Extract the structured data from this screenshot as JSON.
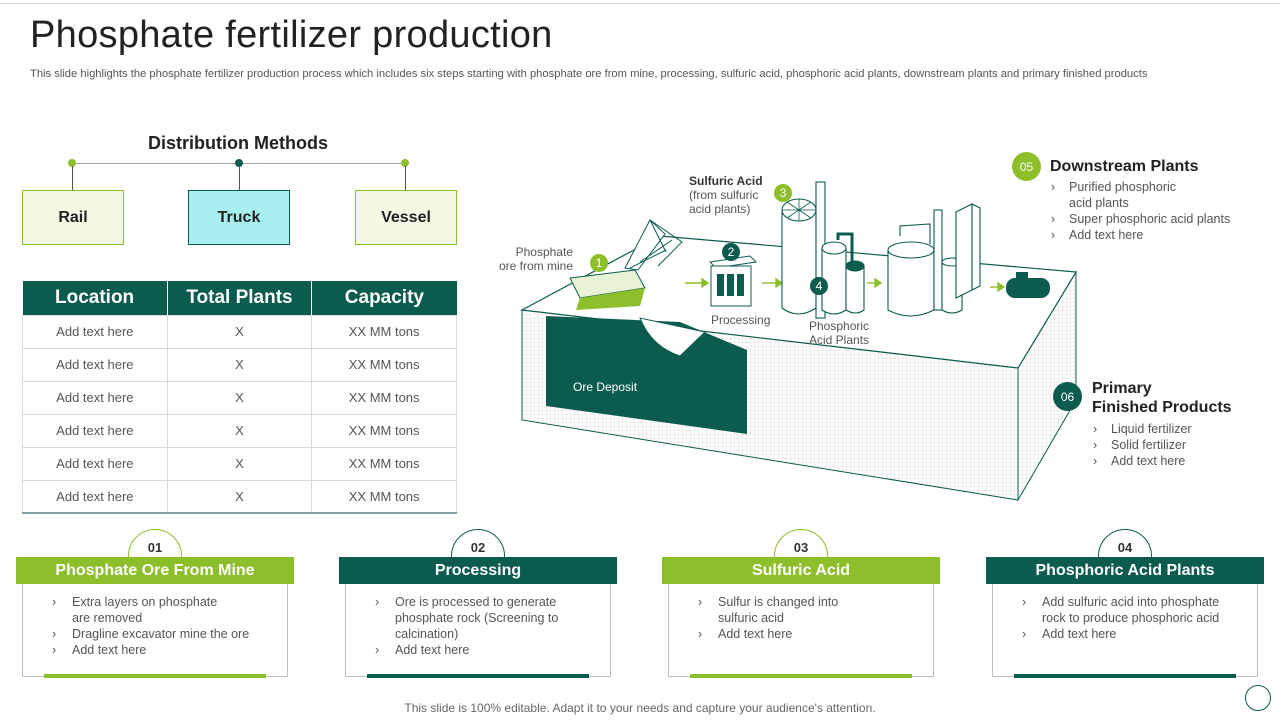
{
  "title": "Phosphate fertilizer production",
  "subtitle": "This slide highlights the phosphate fertilizer production process which includes six steps starting with phosphate ore from mine, processing, sulfuric acid, phosphoric acid plants, downstream plants and primary finished products",
  "colors": {
    "dark": "#0c5b4f",
    "green": "#8dbf2a",
    "light_teal": "#a8f0f0"
  },
  "distribution": {
    "title": "Distribution Methods",
    "methods": [
      "Rail",
      "Truck",
      "Vessel"
    ]
  },
  "table": {
    "headers": [
      "Location",
      "Total Plants",
      "Capacity"
    ],
    "rows": [
      [
        "Add text here",
        "X",
        "XX  MM tons"
      ],
      [
        "Add text here",
        "X",
        "XX  MM tons"
      ],
      [
        "Add text here",
        "X",
        "XX  MM tons"
      ],
      [
        "Add text here",
        "X",
        "XX  MM tons"
      ],
      [
        "Add text here",
        "X",
        "XX  MM tons"
      ],
      [
        "Add text here",
        "X",
        "XX  MM tons"
      ]
    ]
  },
  "diagram": {
    "phosphate_ore_label": [
      "Phosphate",
      "ore from mine"
    ],
    "sulfuric_acid_title": "Sulfuric Acid",
    "sulfuric_acid_sub": [
      "(from sulfuric",
      "acid plants)"
    ],
    "processing_label": "Processing",
    "phosphoric_label": [
      "Phosphoric",
      "Acid Plants"
    ],
    "ore_deposit_label": "Ore Deposit",
    "markers": [
      "1",
      "2",
      "3",
      "4"
    ]
  },
  "downstream": {
    "number": "05",
    "title": "Downstream Plants",
    "items": [
      "Purified phosphoric acid plants",
      "Super phosphoric acid plants",
      "Add text here"
    ]
  },
  "primary": {
    "number": "06",
    "title_lines": [
      "Primary",
      "Finished Products"
    ],
    "items": [
      "Liquid fertilizer",
      "Solid fertilizer",
      "Add text here"
    ]
  },
  "steps": [
    {
      "number": "01",
      "title": "Phosphate Ore From Mine",
      "items": [
        "Extra layers on phosphate are removed",
        "Dragline excavator mine the ore",
        "Add text here"
      ]
    },
    {
      "number": "02",
      "title": "Processing",
      "items": [
        "Ore is processed to generate phosphate rock (Screening to calcination)",
        "Add text here"
      ]
    },
    {
      "number": "03",
      "title": "Sulfuric Acid",
      "items": [
        "Sulfur is changed into sulfuric acid",
        "Add text here"
      ]
    },
    {
      "number": "04",
      "title": "Phosphoric Acid Plants",
      "items": [
        "Add sulfuric acid into phosphate rock to produce  phosphoric acid",
        "Add text here"
      ]
    }
  ],
  "footer": "This slide is 100% editable. Adapt it to your needs and capture your audience's attention."
}
